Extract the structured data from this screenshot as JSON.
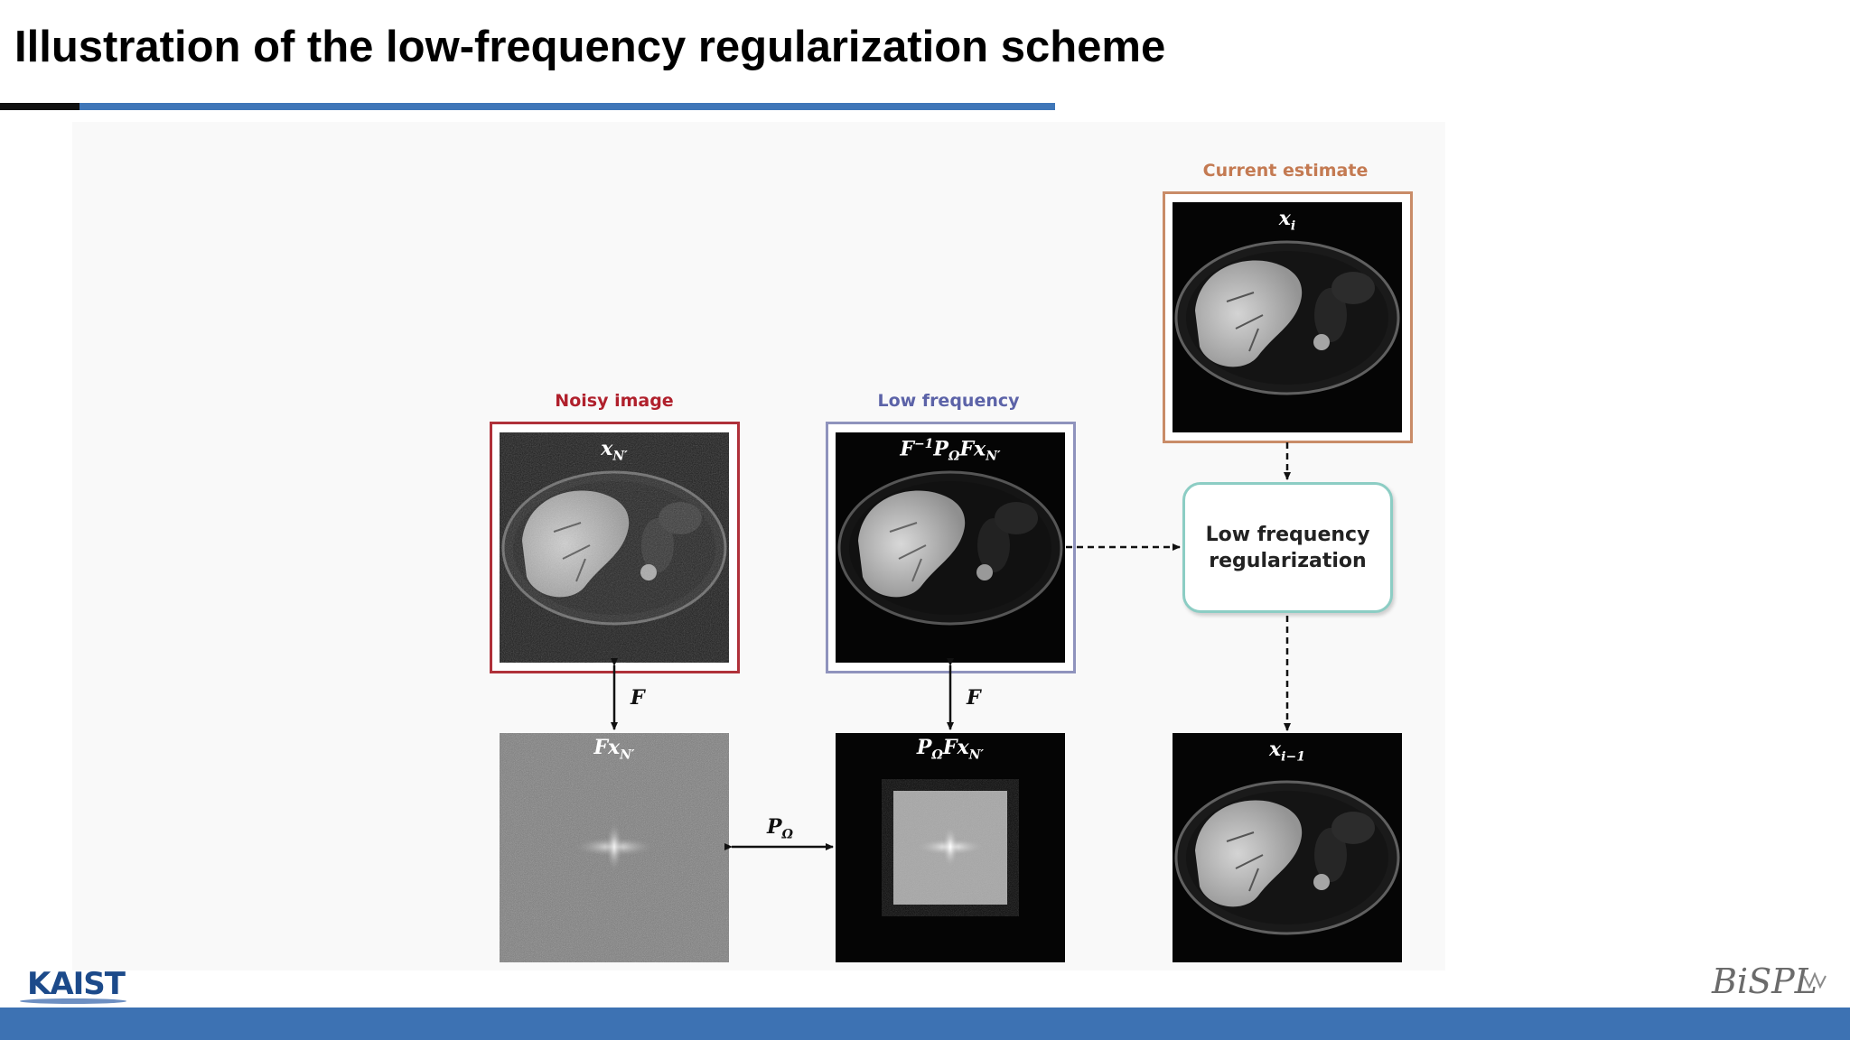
{
  "slide": {
    "title": "Illustration of the low-frequency regularization scheme"
  },
  "panels": {
    "noisy_label": "Noisy image",
    "low_label": "Low frequency",
    "current_label": "Current estimate"
  },
  "math": {
    "noisy_img": {
      "base": "x",
      "sub": "N′"
    },
    "low_img": {
      "prefix": "F",
      "sup": "−1",
      "mid": "P",
      "mid_sub": "Ω",
      "tail": "Fx",
      "tail_sub": "N′"
    },
    "current_img": {
      "base": "x",
      "sub": "i"
    },
    "fft_img": {
      "base": "Fx",
      "sub": "N′"
    },
    "masked_img": {
      "base": "P",
      "base_sub": "Ω",
      "tail": "Fx",
      "tail_sub": "N′"
    },
    "output_img": {
      "base": "x",
      "sub": "i−1"
    }
  },
  "operators": {
    "fourier_left": "F",
    "fourier_mid": "F",
    "projection": "P",
    "projection_sub": "Ω"
  },
  "regularization_box": {
    "line1": "Low frequency",
    "line2": "regularization"
  },
  "logos": {
    "left": "KAIST",
    "right": "BiSPL"
  },
  "colors": {
    "title_rule_blue": "#3f76b8",
    "footer_blue": "#3d72b3",
    "noisy_red": "#b0202c",
    "low_purple": "#5c63a8",
    "current_orange": "#c47a52",
    "reg_box_teal": "#8ccdc4"
  }
}
